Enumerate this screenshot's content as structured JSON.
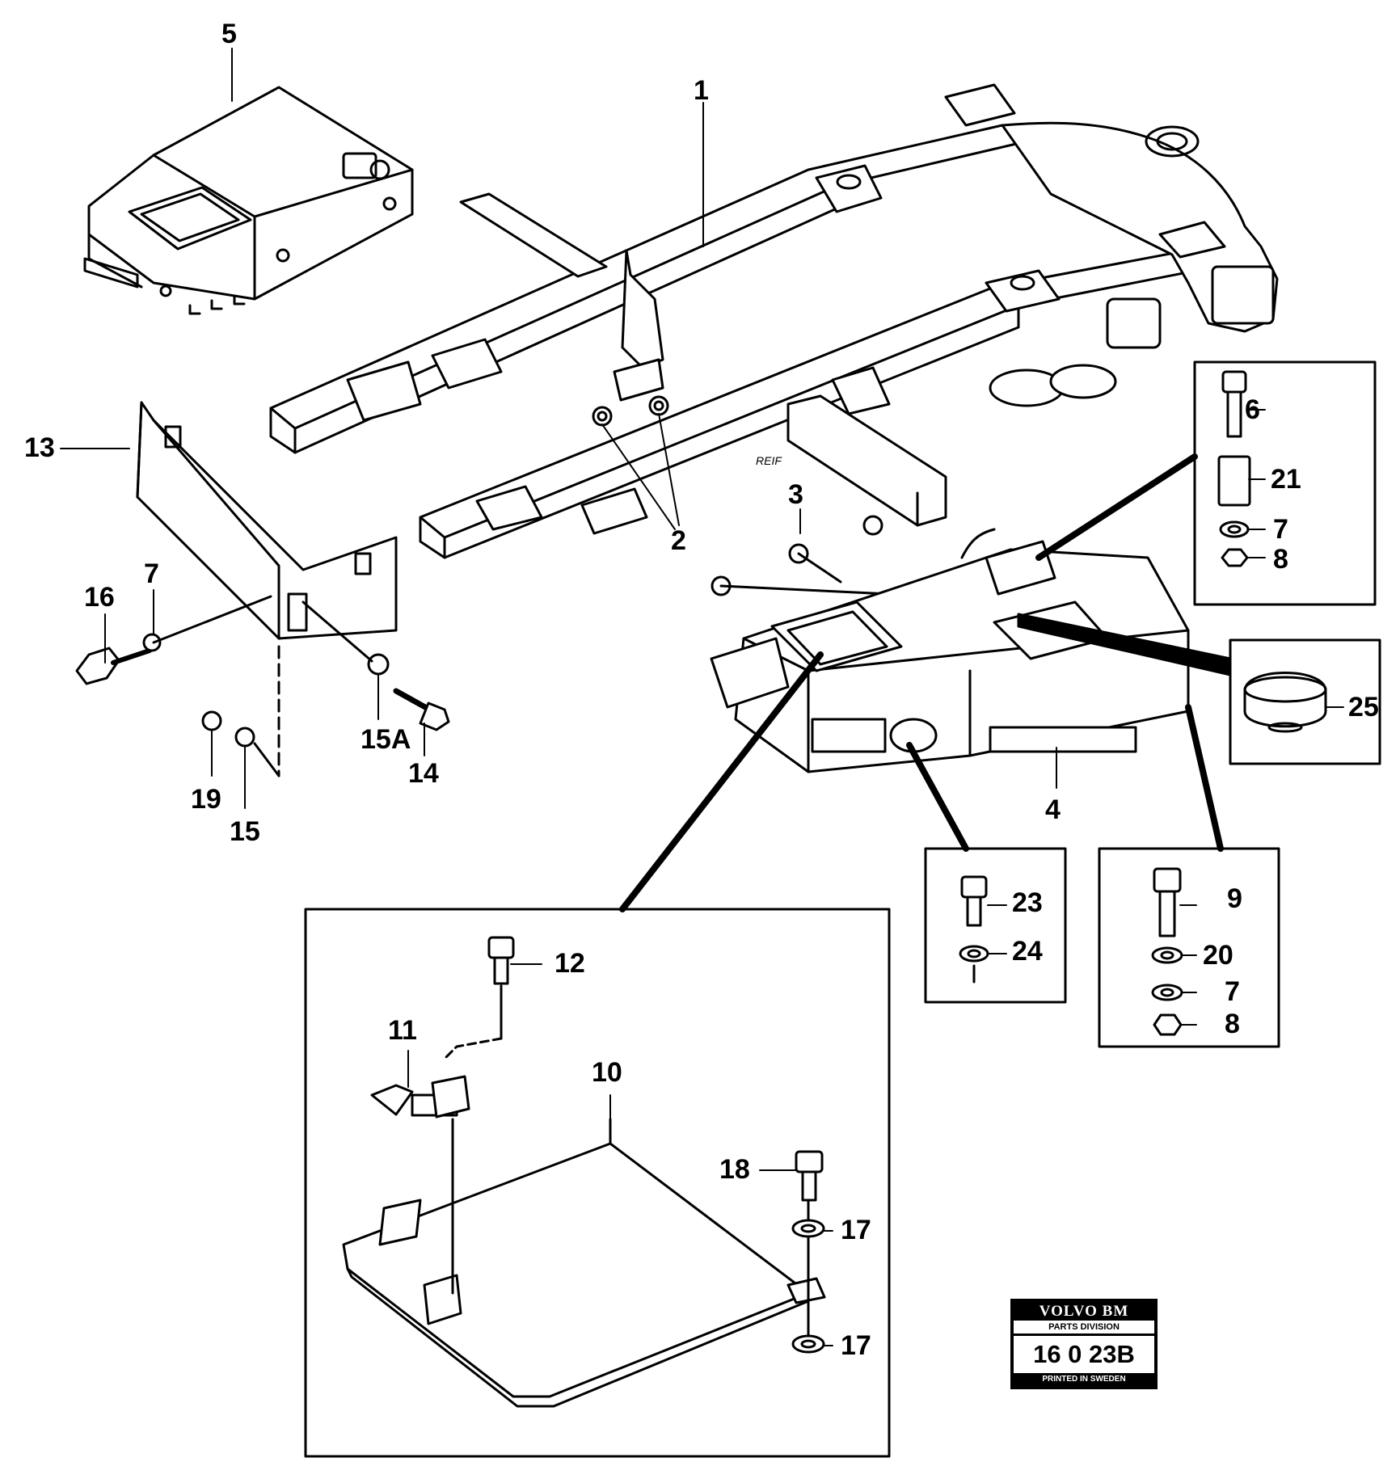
{
  "callouts": {
    "c1": "1",
    "c2": "2",
    "c3": "3",
    "c4": "4",
    "c5": "5",
    "c6": "6",
    "c7a": "7",
    "c7b": "7",
    "c7c": "7",
    "c8a": "8",
    "c8b": "8",
    "c9": "9",
    "c10": "10",
    "c11": "11",
    "c12": "12",
    "c13": "13",
    "c14": "14",
    "c15": "15",
    "c15a": "15A",
    "c16": "16",
    "c17a": "17",
    "c17b": "17",
    "c18": "18",
    "c19": "19",
    "c20": "20",
    "c21": "21",
    "c23": "23",
    "c24": "24",
    "c25": "25"
  },
  "stamp": {
    "brand": "VOLVO BM",
    "division": "PARTS DIVISION",
    "number": "16 0 23B",
    "printed": "PRINTED IN SWEDEN"
  },
  "frame_marking": "REIF"
}
